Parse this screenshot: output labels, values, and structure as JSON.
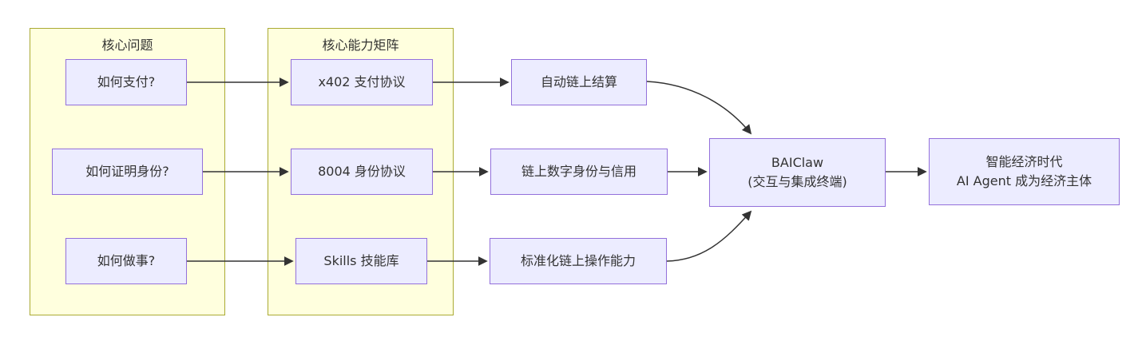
{
  "diagram": {
    "type": "flowchart",
    "clusters": [
      {
        "title": "核心问题"
      },
      {
        "title": "核心能力矩阵"
      }
    ],
    "nodes": {
      "pay_q": {
        "label": "如何支付?"
      },
      "id_q": {
        "label": "如何证明身份?"
      },
      "work_q": {
        "label": "如何做事?"
      },
      "x402": {
        "label": "x402 支付协议"
      },
      "p8004": {
        "label": "8004 身份协议"
      },
      "skills": {
        "label": "Skills 技能库"
      },
      "settle": {
        "label": "自动链上结算"
      },
      "credit": {
        "label": "链上数字身份与信用"
      },
      "ops": {
        "label": "标准化链上操作能力"
      },
      "baiclaw": {
        "line1": "BAIClaw",
        "line2": "(交互与集成终端)"
      },
      "era": {
        "line1": "智能经济时代",
        "line2": "AI Agent 成为经济主体"
      }
    },
    "edges": [
      {
        "from": "如何支付?",
        "to": "x402 支付协议"
      },
      {
        "from": "如何证明身份?",
        "to": "8004 身份协议"
      },
      {
        "from": "如何做事?",
        "to": "Skills 技能库"
      },
      {
        "from": "x402 支付协议",
        "to": "自动链上结算"
      },
      {
        "from": "8004 身份协议",
        "to": "链上数字身份与信用"
      },
      {
        "from": "Skills 技能库",
        "to": "标准化链上操作能力"
      },
      {
        "from": "自动链上结算",
        "to": "BAIClaw"
      },
      {
        "from": "链上数字身份与信用",
        "to": "BAIClaw"
      },
      {
        "from": "标准化链上操作能力",
        "to": "BAIClaw"
      },
      {
        "from": "BAIClaw",
        "to": "智能经济时代 AI Agent 成为经济主体"
      }
    ],
    "colors": {
      "node_fill": "#ECECFF",
      "node_border": "#9370DB",
      "cluster_fill": "#ffffde",
      "cluster_border": "#aaaa33",
      "edge": "#333333",
      "text": "#333333",
      "background": "#ffffff"
    }
  }
}
